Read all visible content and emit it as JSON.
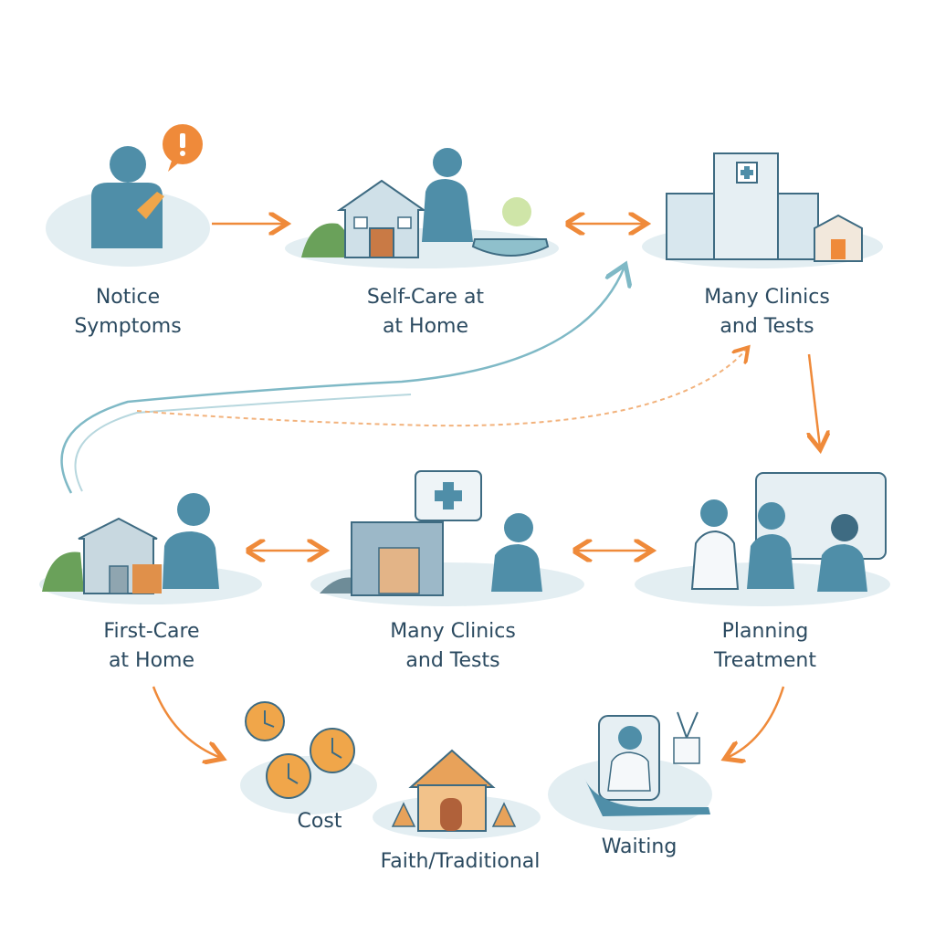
{
  "stages": {
    "notice": {
      "line1": "Notice",
      "line2": "Symptoms"
    },
    "selfcare": {
      "line1": "Self-Care at",
      "line2": "at Home"
    },
    "clinics_top": {
      "line1": "Many Clinics",
      "line2": "and Tests"
    },
    "firstcare": {
      "line1": "First-Care",
      "line2": "at Home"
    },
    "clinics_mid": {
      "line1": "Many Clinics",
      "line2": "and Tests"
    },
    "planning": {
      "line1": "Planning",
      "line2": "Treatment"
    },
    "cost": {
      "line1": "Cost"
    },
    "faith": {
      "line1": "Faith/Traditional"
    },
    "waiting": {
      "line1": "Waiting"
    }
  },
  "colors": {
    "accent": "#ef8a3a",
    "teal": "#7fb9c6",
    "figure": "#4f8ea8",
    "text": "#2b4a60"
  }
}
